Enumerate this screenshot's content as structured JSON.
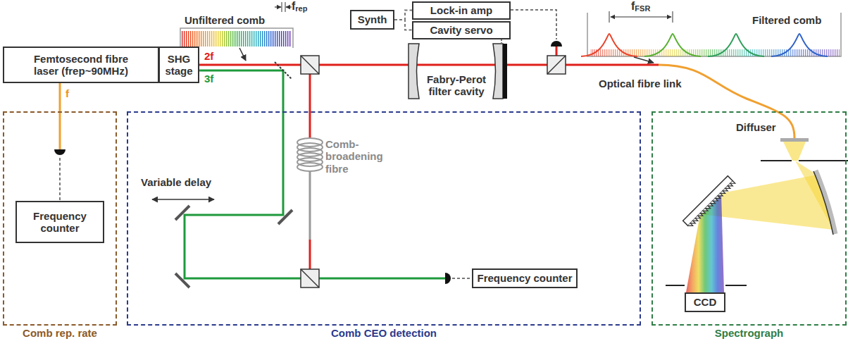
{
  "diagram": {
    "nodes": [
      {
        "text": [
          "Synth"
        ]
      },
      {
        "text": [
          "Lock-in amp"
        ]
      },
      {
        "text": [
          "Cavity servo"
        ]
      },
      {
        "text": [
          "Femtosecond fibre laser (frep~90MHz)"
        ]
      },
      {
        "text": [
          "SHG stage"
        ]
      },
      {
        "text": [
          "Comb rep. rate"
        ]
      },
      {
        "text": [
          "Frequency counter"
        ],
        "in": 5
      },
      {
        "text": [
          "Comb CEO detection"
        ]
      },
      {
        "text": [
          "Frequency counter"
        ],
        "in": 7
      },
      {
        "text": [
          "Spectrograph"
        ]
      },
      {
        "text": [
          "CCD"
        ],
        "in": 9
      }
    ],
    "edges": [
      {
        "from": 0,
        "to": 1,
        "arrow": "none"
      },
      {
        "from": 0,
        "to": 2,
        "arrow": "none"
      },
      {
        "from": 3,
        "to": 6,
        "arrow": "none"
      }
    ],
    "labels": [
      "Unfiltered comb",
      "frep",
      "Filtered comb",
      "fFSR",
      "2f",
      "3f",
      "f",
      "Fabry-Perot filter cavity",
      "Optical fibre link",
      "Diffuser",
      "Variable delay",
      "Comb-broadening fibre"
    ]
  }
}
